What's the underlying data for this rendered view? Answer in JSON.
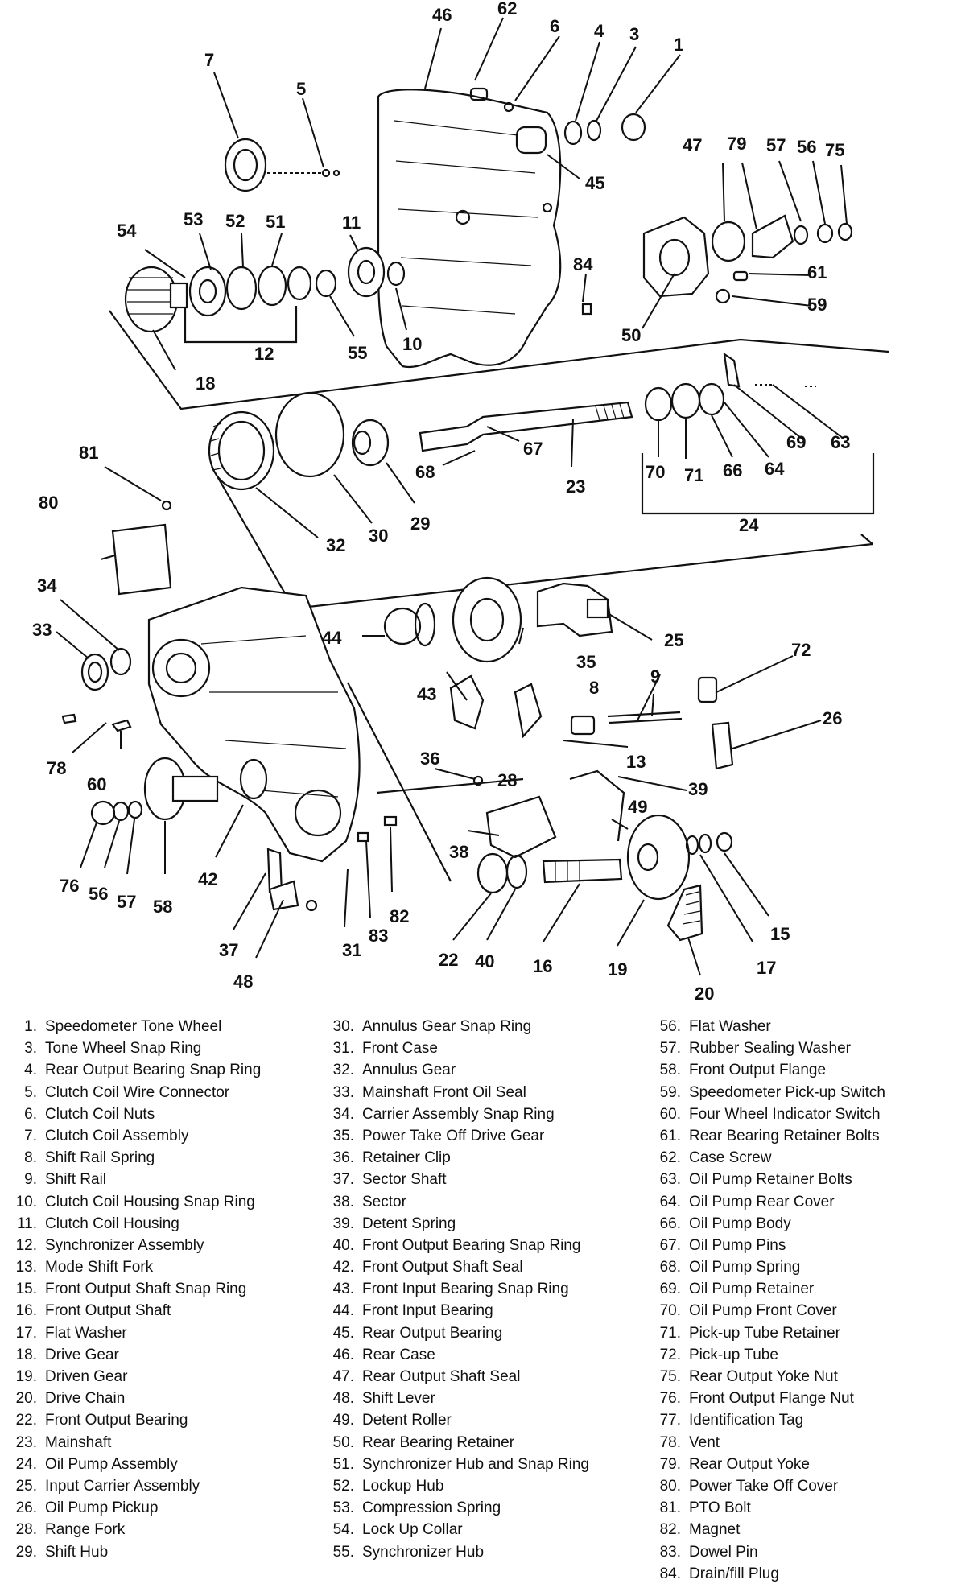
{
  "diagram": {
    "callouts": [
      "46",
      "62",
      "6",
      "4",
      "3",
      "1",
      "7",
      "5",
      "45",
      "47",
      "79",
      "57",
      "56",
      "75",
      "54",
      "53",
      "52",
      "51",
      "11",
      "84",
      "61",
      "59",
      "50",
      "12",
      "55",
      "10",
      "18",
      "81",
      "63",
      "67",
      "69",
      "23",
      "68",
      "70",
      "71",
      "66",
      "64",
      "24",
      "80",
      "32",
      "30",
      "29",
      "34",
      "33",
      "44",
      "35",
      "25",
      "72",
      "9",
      "8",
      "26",
      "43",
      "36",
      "28",
      "13",
      "39",
      "78",
      "60",
      "49",
      "42",
      "76",
      "56",
      "57",
      "58",
      "38",
      "15",
      "37",
      "31",
      "83",
      "82",
      "22",
      "40",
      "16",
      "19",
      "17",
      "20",
      "48"
    ]
  },
  "legend": {
    "columns": [
      [
        {
          "num": "1.",
          "label": "Speedometer Tone Wheel"
        },
        {
          "num": "3.",
          "label": "Tone Wheel Snap Ring"
        },
        {
          "num": "4.",
          "label": "Rear Output Bearing Snap Ring"
        },
        {
          "num": "5.",
          "label": "Clutch Coil Wire Connector"
        },
        {
          "num": "6.",
          "label": "Clutch Coil Nuts"
        },
        {
          "num": "7.",
          "label": "Clutch Coil Assembly"
        },
        {
          "num": "8.",
          "label": "Shift Rail Spring"
        },
        {
          "num": "9.",
          "label": "Shift Rail"
        },
        {
          "num": "10.",
          "label": "Clutch Coil Housing Snap Ring"
        },
        {
          "num": "11.",
          "label": "Clutch Coil Housing"
        },
        {
          "num": "12.",
          "label": "Synchronizer Assembly"
        },
        {
          "num": "13.",
          "label": "Mode Shift Fork"
        },
        {
          "num": "15.",
          "label": "Front Output Shaft Snap Ring"
        },
        {
          "num": "16.",
          "label": "Front Output Shaft"
        },
        {
          "num": "17.",
          "label": "Flat Washer"
        },
        {
          "num": "18.",
          "label": "Drive Gear"
        },
        {
          "num": "19.",
          "label": "Driven Gear"
        },
        {
          "num": "20.",
          "label": "Drive Chain"
        },
        {
          "num": "22.",
          "label": "Front Output Bearing"
        },
        {
          "num": "23.",
          "label": "Mainshaft"
        },
        {
          "num": "24.",
          "label": "Oil Pump Assembly"
        },
        {
          "num": "25.",
          "label": "Input Carrier Assembly"
        },
        {
          "num": "26.",
          "label": "Oil Pump Pickup"
        },
        {
          "num": "28.",
          "label": "Range Fork"
        },
        {
          "num": "29.",
          "label": "Shift Hub"
        }
      ],
      [
        {
          "num": "30.",
          "label": "Annulus Gear Snap Ring"
        },
        {
          "num": "31.",
          "label": "Front Case"
        },
        {
          "num": "32.",
          "label": "Annulus Gear"
        },
        {
          "num": "33.",
          "label": "Mainshaft Front Oil Seal"
        },
        {
          "num": "34.",
          "label": "Carrier Assembly Snap Ring"
        },
        {
          "num": "35.",
          "label": "Power Take Off Drive Gear"
        },
        {
          "num": "36.",
          "label": "Retainer Clip"
        },
        {
          "num": "37.",
          "label": "Sector Shaft"
        },
        {
          "num": "38.",
          "label": "Sector"
        },
        {
          "num": "39.",
          "label": "Detent Spring"
        },
        {
          "num": "40.",
          "label": "Front Output Bearing Snap Ring"
        },
        {
          "num": "42.",
          "label": "Front Output Shaft Seal"
        },
        {
          "num": "43.",
          "label": "Front Input Bearing Snap Ring"
        },
        {
          "num": "44.",
          "label": "Front Input Bearing"
        },
        {
          "num": "45.",
          "label": "Rear Output Bearing"
        },
        {
          "num": "46.",
          "label": "Rear Case"
        },
        {
          "num": "47.",
          "label": "Rear Output Shaft Seal"
        },
        {
          "num": "48.",
          "label": "Shift Lever"
        },
        {
          "num": "49.",
          "label": "Detent Roller"
        },
        {
          "num": "50.",
          "label": "Rear Bearing Retainer"
        },
        {
          "num": "51.",
          "label": "Synchronizer Hub and Snap Ring"
        },
        {
          "num": "52.",
          "label": "Lockup Hub"
        },
        {
          "num": "53.",
          "label": "Compression Spring"
        },
        {
          "num": "54.",
          "label": "Lock Up Collar"
        },
        {
          "num": "55.",
          "label": "Synchronizer Hub"
        }
      ],
      [
        {
          "num": "56.",
          "label": "Flat Washer"
        },
        {
          "num": "57.",
          "label": "Rubber Sealing Washer"
        },
        {
          "num": "58.",
          "label": "Front Output Flange"
        },
        {
          "num": "59.",
          "label": "Speedometer Pick-up Switch"
        },
        {
          "num": "60.",
          "label": "Four Wheel Indicator Switch"
        },
        {
          "num": "61.",
          "label": "Rear Bearing Retainer Bolts"
        },
        {
          "num": "62.",
          "label": "Case Screw"
        },
        {
          "num": "63.",
          "label": "Oil Pump Retainer Bolts"
        },
        {
          "num": "64.",
          "label": "Oil Pump Rear Cover"
        },
        {
          "num": "66.",
          "label": "Oil Pump Body"
        },
        {
          "num": "67.",
          "label": "Oil Pump Pins"
        },
        {
          "num": "68.",
          "label": "Oil Pump Spring"
        },
        {
          "num": "69.",
          "label": "Oil Pump Retainer"
        },
        {
          "num": "70.",
          "label": "Oil Pump Front Cover"
        },
        {
          "num": "71.",
          "label": "Pick-up Tube Retainer"
        },
        {
          "num": "72.",
          "label": "Pick-up Tube"
        },
        {
          "num": "75.",
          "label": "Rear Output Yoke Nut"
        },
        {
          "num": "76.",
          "label": "Front Output Flange Nut"
        },
        {
          "num": "77.",
          "label": "Identification Tag"
        },
        {
          "num": "78.",
          "label": "Vent"
        },
        {
          "num": "79.",
          "label": "Rear Output Yoke"
        },
        {
          "num": "80.",
          "label": "Power Take Off Cover"
        },
        {
          "num": "81.",
          "label": "PTO Bolt"
        },
        {
          "num": "82.",
          "label": "Magnet"
        },
        {
          "num": "83.",
          "label": "Dowel Pin"
        },
        {
          "num": "84.",
          "label": "Drain/fill Plug"
        }
      ]
    ]
  }
}
